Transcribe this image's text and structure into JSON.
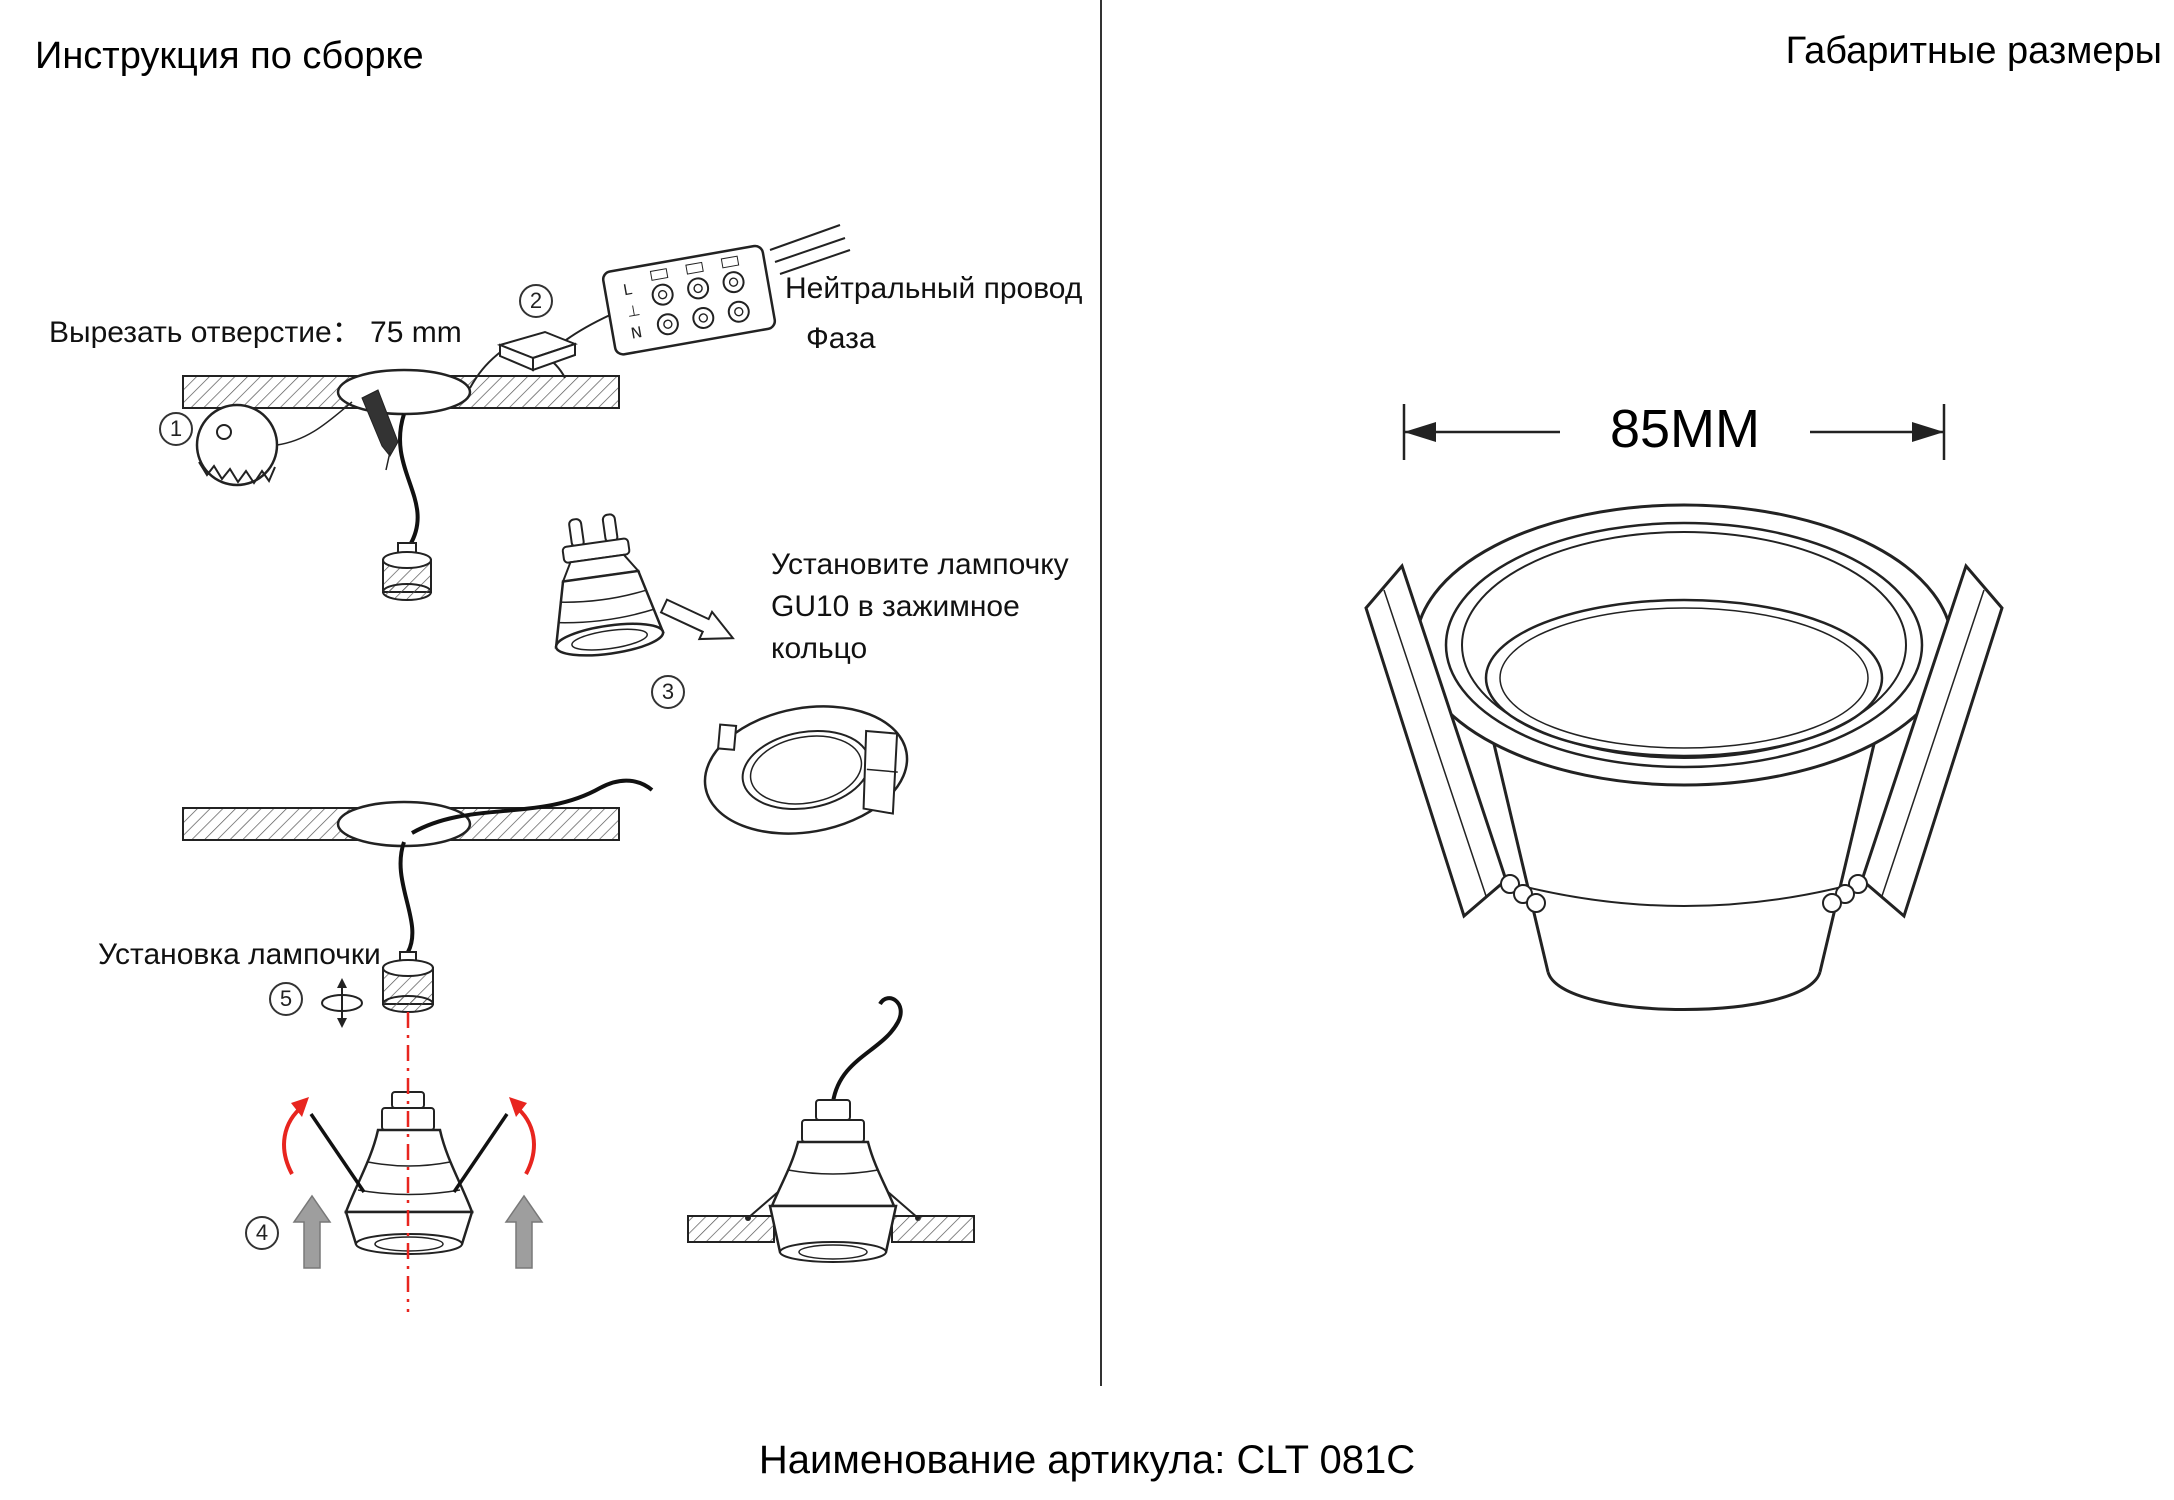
{
  "page": {
    "left_title": "Инструкция по сборке",
    "right_title": "Габаритные размеры",
    "footer": "Наименование артикула: CLT 081C"
  },
  "steps": {
    "cut_hole": "Вырезать отверстие： 75 mm",
    "neutral_wire": "Нейтральный провод",
    "phase": "Фаза",
    "install_bulb_line1": "Установите лампочку",
    "install_bulb_line2": "GU10 в зажимное",
    "install_bulb_line3": "кольцо",
    "install_lamp": "Установка лампочки",
    "num1": "1",
    "num2": "2",
    "num3": "3",
    "num4": "4",
    "num5": "5"
  },
  "terminal": {
    "mark_l": "L",
    "mark_e": "⊥",
    "mark_n": "N"
  },
  "dimension": {
    "width": "85MM"
  },
  "colors": {
    "line": "#222222",
    "red": "#e8251f",
    "gray_arrow": "#9e9e9e"
  }
}
